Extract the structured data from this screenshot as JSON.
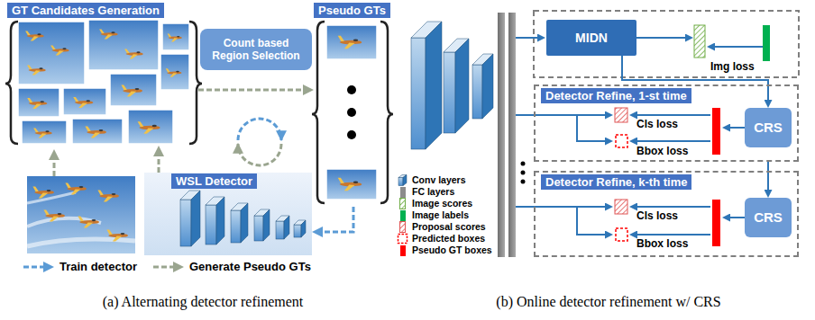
{
  "diagram": {
    "nodes": [
      {
        "text": [
          "GT Candidates Generation"
        ]
      },
      {
        "text": [
          "Count based Region Selection"
        ]
      },
      {
        "text": [
          "Pseudo GTs"
        ]
      },
      {
        "text": [
          "WSL Detector"
        ]
      },
      {
        "text": [
          "MIDN"
        ]
      },
      {
        "text": [
          "Detector Refine, 1-st time"
        ]
      },
      {
        "text": [
          "CRS"
        ],
        "in": 5
      },
      {
        "text": [
          "Detector Refine, k-th time"
        ]
      },
      {
        "text": [
          "CRS"
        ],
        "in": 7
      }
    ],
    "edges": [
      {
        "from": 0,
        "to": 2,
        "arrow": "to"
      },
      {
        "from": 2,
        "to": 3,
        "arrow": "to"
      },
      {
        "from": 3,
        "to": 0,
        "arrow": "to"
      },
      {
        "from": 4,
        "to": 6,
        "arrow": "to"
      },
      {
        "from": 5,
        "to": 8,
        "arrow": "to"
      }
    ],
    "labels": [
      "Img loss",
      "Cls loss",
      "Bbox loss",
      "Cls loss",
      "Bbox loss",
      "(a) Alternating detector refinement",
      "(b) Online detector refinement w/ CRS"
    ],
    "legend": [
      {
        "text": "Train detector"
      },
      {
        "text": "Generate Pseudo GTs"
      },
      {
        "text": "Conv layers"
      },
      {
        "text": "FC layers",
        "color": "#8c8c8c"
      },
      {
        "text": "Image scores"
      },
      {
        "text": "Image labels",
        "color": "#00b050"
      },
      {
        "text": "Proposal scores"
      },
      {
        "text": "Predicted boxes"
      },
      {
        "text": "Pseudo GT boxes",
        "color": "#ff0000"
      }
    ]
  }
}
